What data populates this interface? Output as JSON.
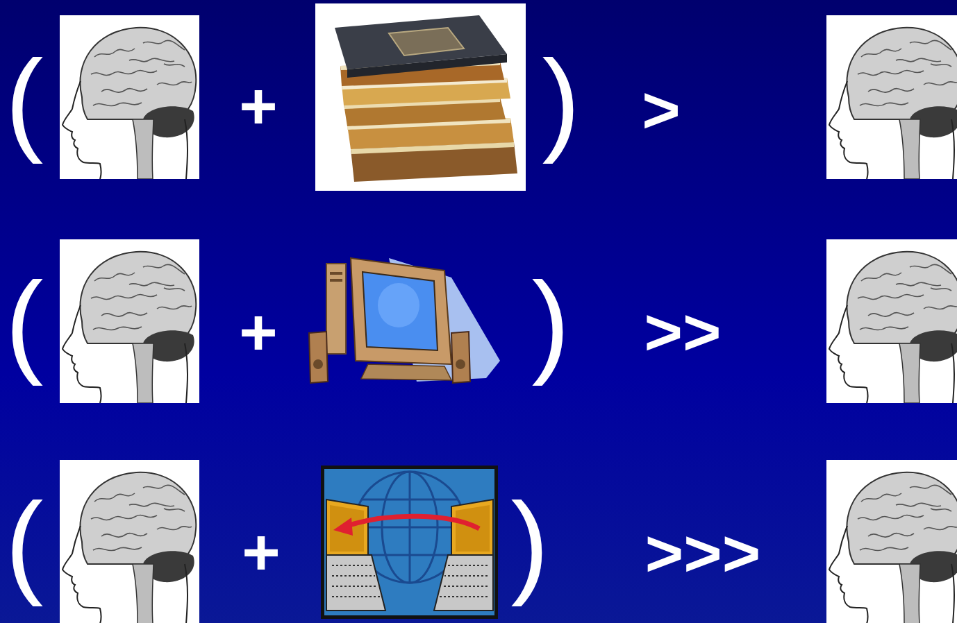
{
  "diagram": {
    "labels": [
      "(",
      "+",
      ")",
      ">",
      "(",
      "+",
      ")",
      ">>",
      "(",
      "+",
      ")",
      ">>>"
    ]
  }
}
